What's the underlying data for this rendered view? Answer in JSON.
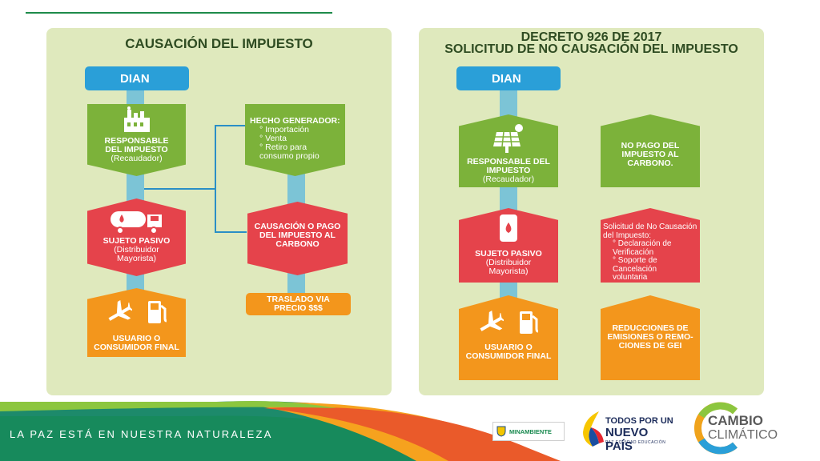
{
  "left_panel": {
    "title": "CAUSACIÓN DEL IMPUESTO",
    "dian": "DIAN",
    "responsable": {
      "title": "RESPONSABLE DEL IMPUESTO",
      "sub": "(Recaudador)"
    },
    "sujeto": {
      "title": "SUJETO PASIVO",
      "sub": "(Distribuidor Mayorista)"
    },
    "usuario": {
      "title": "USUARIO O CONSUMIDOR FINAL"
    },
    "hecho": {
      "title": "HECHO GENERADOR:",
      "items": [
        "Importación",
        "Venta",
        "Retiro para consumo propio"
      ]
    },
    "causacion": {
      "title": "CAUSACIÓN O PAGO DEL IMPUESTO AL CARBONO"
    },
    "traslado": {
      "title": "TRASLADO VIA PRECIO $$$"
    }
  },
  "right_panel": {
    "title_line1": "DECRETO 926 DE 2017",
    "title_line2": "SOLICITUD DE NO CAUSACIÓN DEL IMPUESTO",
    "dian": "DIAN",
    "responsable": {
      "title": "RESPONSABLE DEL IMPUESTO",
      "sub": "(Recaudador)"
    },
    "no_pago": {
      "title": "NO PAGO DEL IMPUESTO AL CARBONO."
    },
    "sujeto": {
      "title": "SUJETO PASIVO",
      "sub": "(Distribuidor Mayorista)"
    },
    "solicitud": {
      "title": "Solicitud de No Causación del Impuesto:",
      "items": [
        "Declaración de Verificación",
        "Soporte de Cancelación voluntaria"
      ]
    },
    "usuario": {
      "title": "USUARIO O CONSUMIDOR FINAL"
    },
    "reducciones": {
      "title": "REDUCCIONES DE EMISIONES O REMO-CIONES DE GEI"
    }
  },
  "footer": {
    "tagline": "LA PAZ ESTÁ EN NUESTRA NATURALEZA",
    "minambiente": "MINAMBIENTE",
    "todos_line1": "TODOS POR UN",
    "todos_line2": "NUEVO PAÍS",
    "todos_line3": "PAZ  EQUIDAD  EDUCACIÓN",
    "cambio": "CAMBIO",
    "climatico": "CLIMÁTICO"
  },
  "colors": {
    "panel_bg": "#dfe9bd",
    "dian_blue": "#2a9fd8",
    "green": "#7cb23a",
    "red": "#e5434b",
    "orange": "#f3961c",
    "pipe": "#7cc4d6"
  },
  "icons": [
    "factory-icon",
    "truck-icon",
    "airplane-icon",
    "fuel-pump-icon",
    "solar-panel-icon",
    "barrel-icon"
  ]
}
